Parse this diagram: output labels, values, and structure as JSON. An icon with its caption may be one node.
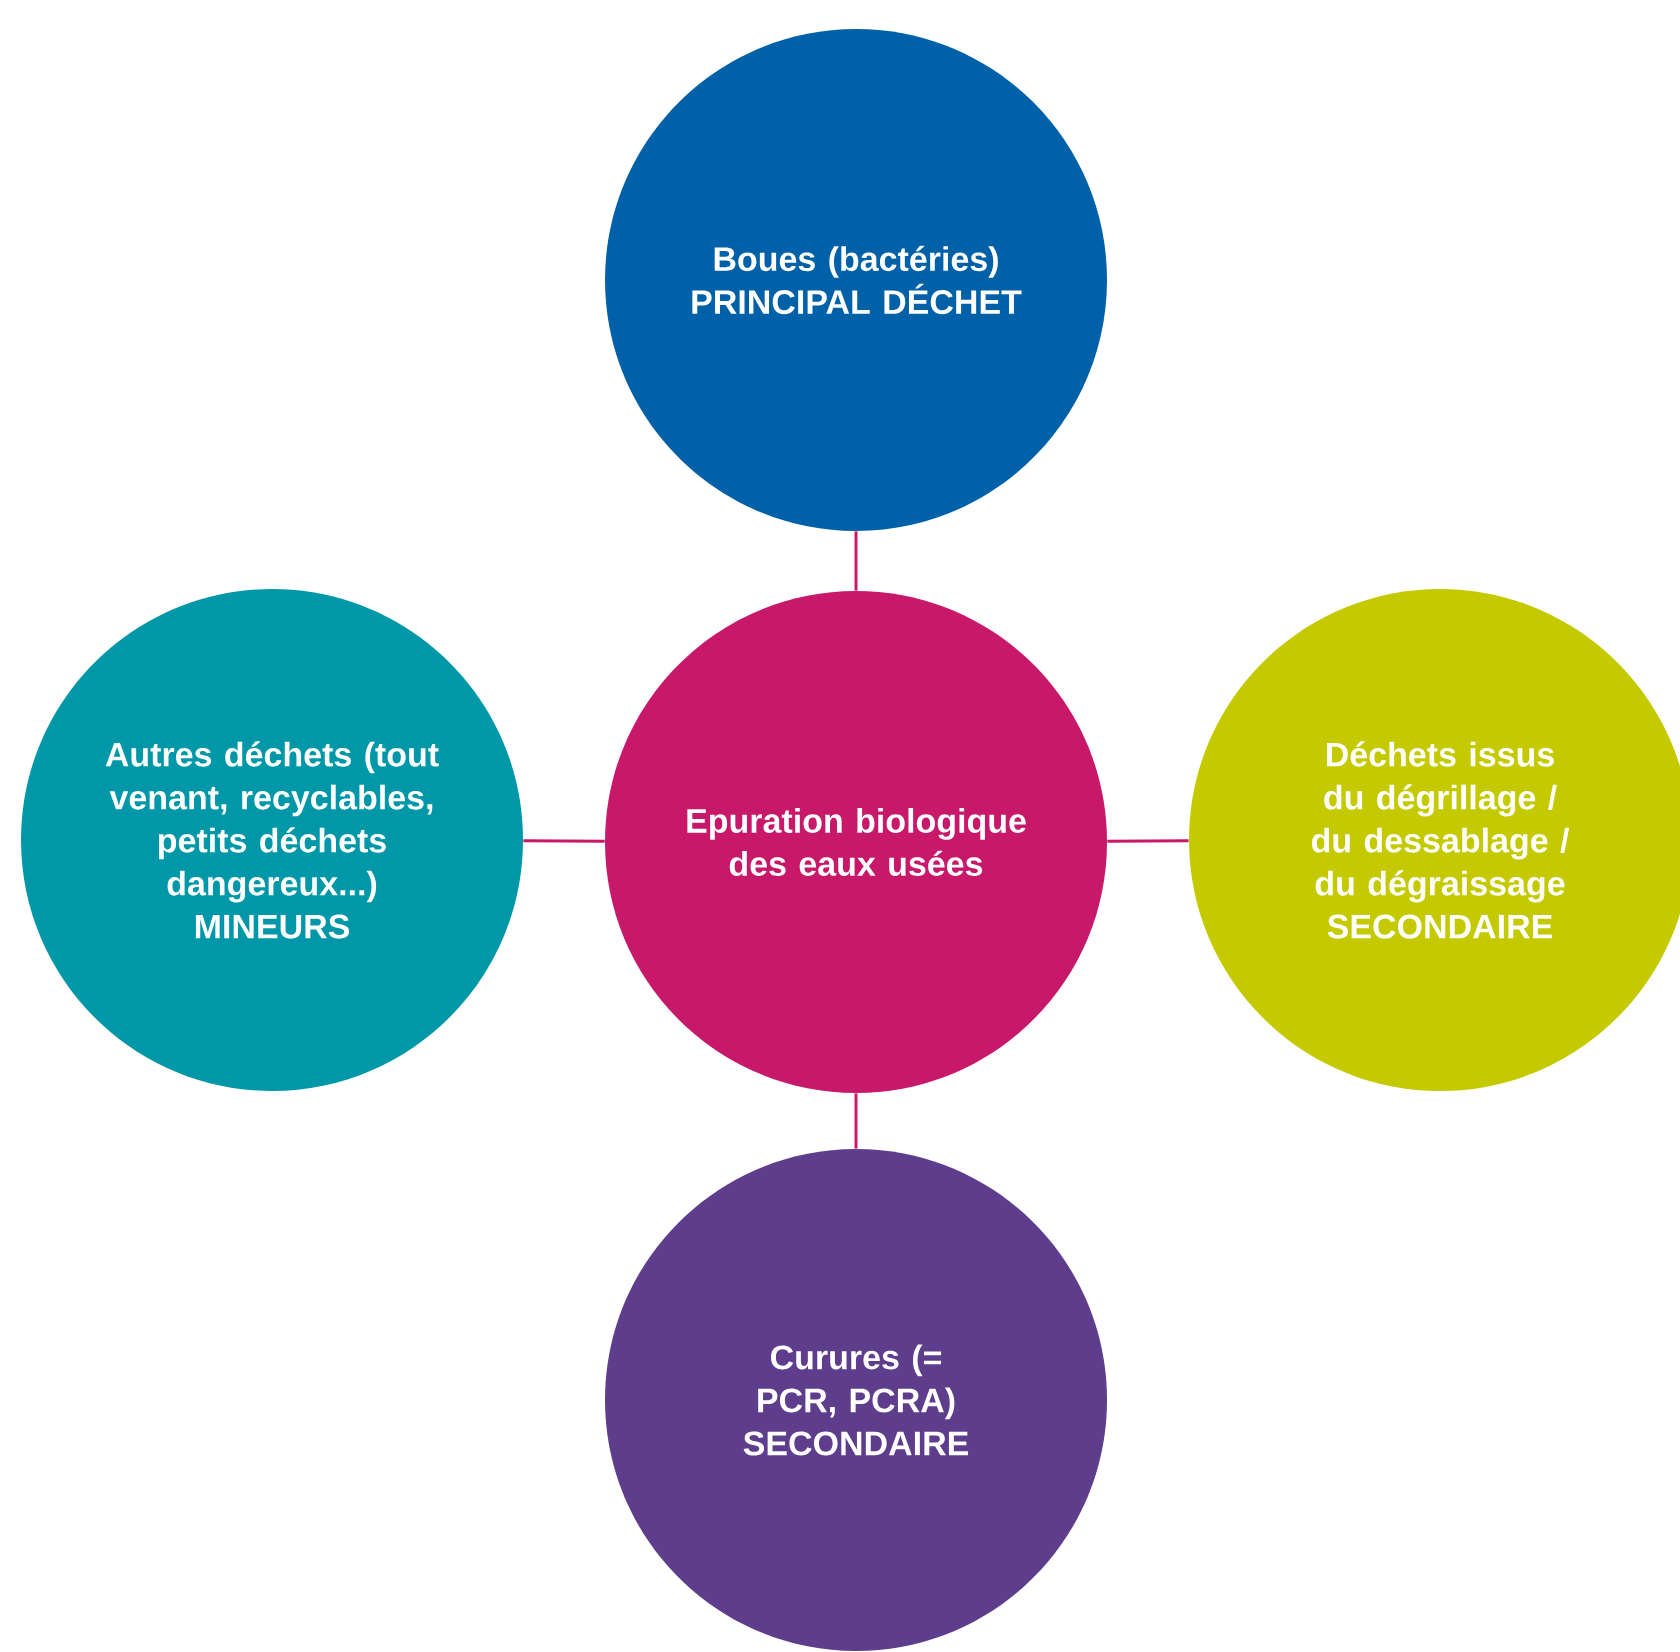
{
  "diagram": {
    "nodes": [
      {
        "text": [
          "Boues (bactéries)",
          "PRINCIPAL DÉCHET"
        ]
      },
      {
        "text": [
          "Autres déchets (tout venant, recyclables, petits déchets dangereux...)",
          "MINEURS"
        ]
      },
      {
        "text": [
          "Epuration biologique des eaux usées"
        ]
      },
      {
        "text": [
          "Déchets issus du dégrillage / du dessablage / du dégraissage",
          "SECONDAIRE"
        ]
      },
      {
        "text": [
          "Curures (= PCR, PCRA)",
          "SECONDAIRE"
        ]
      }
    ],
    "edges": [
      {
        "from": 2,
        "to": 0,
        "arrow": "none"
      },
      {
        "from": 2,
        "to": 1,
        "arrow": "none"
      },
      {
        "from": 2,
        "to": 3,
        "arrow": "none"
      },
      {
        "from": 2,
        "to": 4,
        "arrow": "none"
      }
    ]
  }
}
